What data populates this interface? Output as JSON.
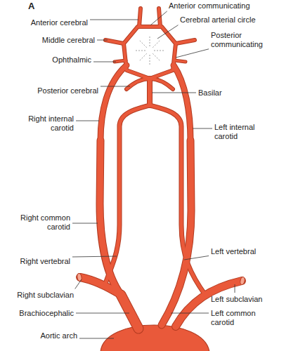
{
  "diagram": {
    "labels": [
      "A",
      "Anterior communicating",
      "Anterior cerebral",
      "Cerebral arterial circle",
      "Middle cerebral",
      "Posterior communicating",
      "Ophthalmic",
      "Posterior cerebral",
      "Basilar",
      "Right internal carotid",
      "Left internal carotid",
      "Right common carotid",
      "Left vertebral",
      "Right vertebral",
      "Right subclavian",
      "Left subclavian",
      "Brachiocephalic",
      "Left common carotid",
      "Aortic arch"
    ]
  }
}
